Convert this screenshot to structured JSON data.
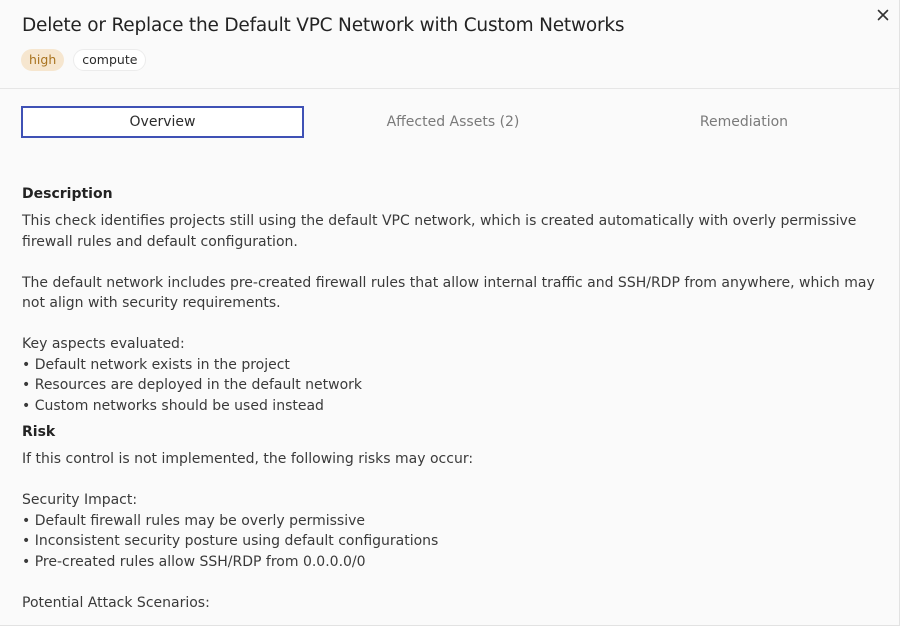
{
  "header": {
    "title": "Delete or Replace the Default VPC Network with Custom Networks",
    "badges": {
      "severity": "high",
      "category": "compute"
    }
  },
  "tabs": [
    {
      "label": "Overview",
      "active": true
    },
    {
      "label": "Affected Assets (2)",
      "active": false
    },
    {
      "label": "Remediation",
      "active": false
    }
  ],
  "description": {
    "heading": "Description",
    "p1": "This check identifies projects still using the default VPC network, which is created automatically with overly permissive firewall rules and default configuration.",
    "p2": "The default network includes pre-created firewall rules that allow internal traffic and SSH/RDP from anywhere, which may not align with security requirements.",
    "aspects_label": "Key aspects evaluated:",
    "aspects": [
      "Default network exists in the project",
      "Resources are deployed in the default network",
      "Custom networks should be used instead"
    ]
  },
  "risk": {
    "heading": "Risk",
    "intro": "If this control is not implemented, the following risks may occur:",
    "impact_label": "Security Impact:",
    "impacts": [
      "Default firewall rules may be overly permissive",
      "Inconsistent security posture using default configurations",
      "Pre-created rules allow SSH/RDP from 0.0.0.0/0"
    ],
    "scenarios_label": "Potential Attack Scenarios:"
  },
  "colors": {
    "active_tab_border": "#3f51b5",
    "badge_high_bg": "#f6e6cf",
    "badge_high_text": "#a9731f"
  },
  "icons": {
    "close": "close-icon"
  }
}
